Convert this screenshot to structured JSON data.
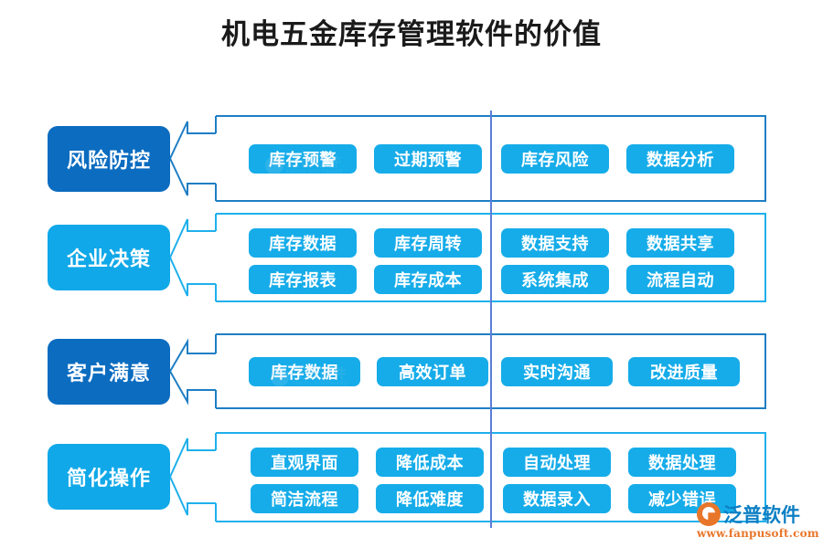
{
  "title": "机电五金库存管理软件的价值",
  "colors": {
    "dark_blue": "#0b6cc0",
    "cyan": "#10a8e8",
    "chip_blue": "#16ace9",
    "border_dark": "#1f7ec4",
    "border_cyan": "#1fb0ec",
    "divider": "#5b7fd6",
    "title_text": "#1a1a1a"
  },
  "rows": [
    {
      "category": "风险防控",
      "category_style": "dark",
      "left_items": [
        "库存预警",
        "过期预警"
      ],
      "right_items": [
        "库存风险",
        "数据分析"
      ]
    },
    {
      "category": "企业决策",
      "category_style": "cyan",
      "left_items": [
        "库存数据",
        "库存周转",
        "库存报表",
        "库存成本"
      ],
      "right_items": [
        "数据支持",
        "数据共享",
        "系统集成",
        "流程自动"
      ]
    },
    {
      "category": "客户满意",
      "category_style": "dark",
      "left_items": [
        "库存数据",
        "高效订单"
      ],
      "right_items": [
        "实时沟通",
        "改进质量"
      ]
    },
    {
      "category": "简化操作",
      "category_style": "cyan",
      "left_items": [
        "直观界面",
        "降低成本",
        "简洁流程",
        "降低难度"
      ],
      "right_items": [
        "自动处理",
        "数据处理",
        "数据录入",
        "减少错误"
      ]
    }
  ],
  "watermark": {
    "brand": "泛普软件",
    "url": "www.fanpusoft.com",
    "logo_icon": "fanpu-logo-icon"
  }
}
